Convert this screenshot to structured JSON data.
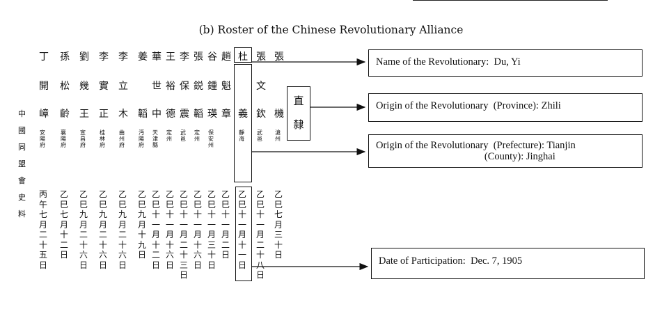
{
  "caption": "(b) Roster of the Chinese Revolutionary Alliance",
  "side_title": [
    "中",
    "國",
    "同",
    "盟",
    "會",
    "史",
    "料"
  ],
  "roster": {
    "surnames": [
      "丁",
      "孫",
      "劉",
      "李",
      "李",
      "姜",
      "華",
      "王",
      "李",
      "張",
      "谷",
      "趙",
      "杜",
      "張",
      "張"
    ],
    "given1": [
      "開",
      "松",
      "幾",
      "實",
      "立",
      "",
      "世",
      "裕",
      "保",
      "鋭",
      "鍾",
      "魁",
      "",
      "文",
      ""
    ],
    "given2": [
      "嶂",
      "齡",
      "王",
      "正",
      "木",
      "韜",
      "中",
      "德",
      "震",
      "韜",
      "瑛",
      "章",
      "義",
      "欽",
      "機"
    ],
    "origins": [
      "安陽府",
      "襄陽府",
      "宣昌府",
      "桂林府",
      "曲州府",
      "沔陽府",
      "天津縣",
      "定州",
      "武邑",
      "定州",
      "保安州",
      "",
      "靜海",
      "武邑",
      "滄州"
    ],
    "dates": [
      "丙午七月二十五日",
      "乙巳七月十二日",
      "乙巳九月二十六日",
      "乙巳九月二十六日",
      "乙巳九月二十六日",
      "乙巳九月十九日",
      "乙巳十一月十二日",
      "乙巳十一月十六日",
      "乙巳十一月二十三日",
      "乙巳十一月十六日",
      "乙巳十一月三十日",
      "乙巳十一月二日",
      "乙巳十一月十一日",
      "乙巳十一月二十八日",
      "乙巳七月三十日"
    ]
  },
  "province_label": [
    "直",
    "隸"
  ],
  "annotations": [
    {
      "id": "name",
      "lines": [
        "Name of the Revolutionary:  Du, Yi"
      ]
    },
    {
      "id": "province",
      "lines": [
        "Origin of the Revolutionary  (Province): Zhili"
      ]
    },
    {
      "id": "prefecture",
      "lines": [
        "Origin of the Revolutionary  (Prefecture): Tianjin",
        "                                           (County): Jinghai"
      ]
    },
    {
      "id": "date",
      "lines": [
        "Date of Participation:  Dec. 7, 1905"
      ]
    }
  ]
}
